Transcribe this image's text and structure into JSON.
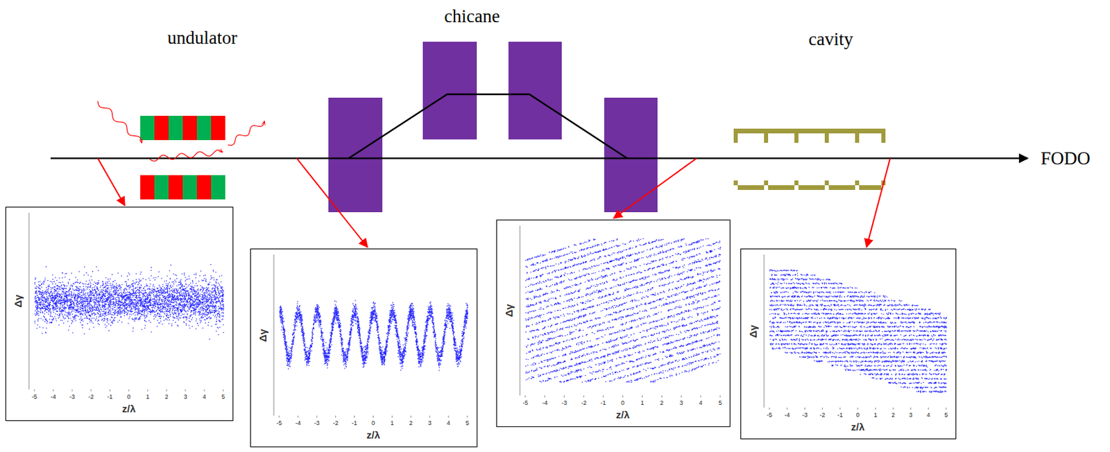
{
  "diagram": {
    "nodes": [
      {
        "text": [
          "Δγ",
          "-5",
          "-4",
          "-3",
          "-2",
          "-1",
          "0",
          "1",
          "2",
          "3",
          "4",
          "5",
          "z/λ"
        ]
      },
      {
        "text": [
          "Δγ",
          "-5",
          "-4",
          "-3",
          "-2",
          "-1",
          "0",
          "1",
          "2",
          "3",
          "4",
          "5",
          "z/λ"
        ]
      },
      {
        "text": [
          "Δγ",
          "-5",
          "-4",
          "-3",
          "-2",
          "-1",
          "0",
          "1",
          "2",
          "3",
          "4",
          "5",
          "z/λ"
        ]
      },
      {
        "text": [
          "Δγ",
          "-5",
          "-4",
          "-3",
          "-2",
          "-1",
          "0",
          "1",
          "2",
          "3",
          "4",
          "5",
          "z/λ"
        ]
      }
    ],
    "labels": [
      "undulator",
      "chicane",
      "cavity",
      "FODO"
    ]
  }
}
